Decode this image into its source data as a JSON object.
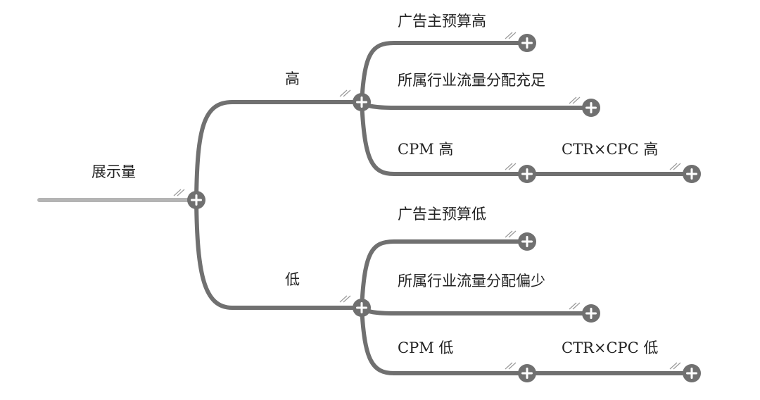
{
  "root": {
    "label": "展示量"
  },
  "high": {
    "label": "高",
    "children": [
      "广告主预算高",
      "所属行业流量分配充足",
      "CPM 高"
    ],
    "cpm_child": "CTR×CPC 高"
  },
  "low": {
    "label": "低",
    "children": [
      "广告主预算低",
      "所属行业流量分配偏少",
      "CPM 低"
    ],
    "cpm_child": "CTR×CPC 低"
  },
  "colors": {
    "line": "#707070",
    "root_line": "#b4b4b4",
    "node": "#707070",
    "text": "#222222"
  },
  "icons": {
    "expand": "plus-circle-icon",
    "collapse_mark": "double-slash-icon"
  }
}
